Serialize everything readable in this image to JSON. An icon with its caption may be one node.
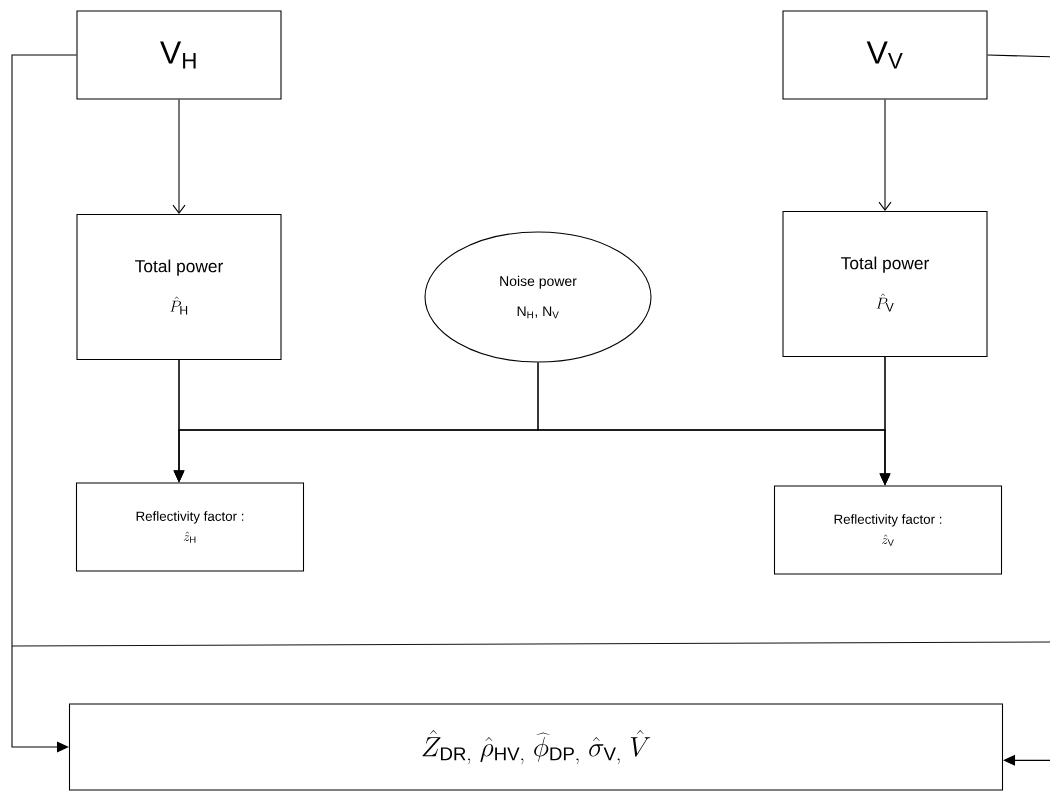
{
  "diagram": {
    "nodes": [
      {
        "text": [
          "V$_{H}$"
        ]
      },
      {
        "text": [
          "V$_{V}$"
        ]
      },
      {
        "text": [
          "Total power",
          "\\hat{P}_{\\mathrm{H}}"
        ]
      },
      {
        "text": [
          "Noise power",
          "N$_{H}$, N$_{V}$"
        ]
      },
      {
        "text": [
          "Total power",
          "\\hat{P}_{\\mathrm{V}}"
        ]
      },
      {
        "text": [
          "Reflectivity factor :",
          "\\hat{z}_{\\mathrm{H}}"
        ]
      },
      {
        "text": [
          "Reflectivity factor :",
          "\\hat{z}_{\\mathrm{V}}"
        ]
      },
      {
        "text": [
          "\\hat{Z}_{\\mathrm{DR},}\\ \\hat{\\rho}_{\\mathrm{HV},}\\ \\widehat{\\phi}_{\\mathrm{DP},}\\ \\hat{\\sigma}_{\\mathrm{V},}\\ \\hat{V}"
        ]
      }
    ],
    "edges": [
      {
        "from": 0,
        "to": 2,
        "arrow": "to"
      },
      {
        "from": 1,
        "to": 4,
        "arrow": "to"
      },
      {
        "from": 2,
        "to": 5,
        "arrow": "to"
      },
      {
        "from": 3,
        "to": 5,
        "arrow": "to"
      },
      {
        "from": 4,
        "to": 5,
        "arrow": "to"
      },
      {
        "from": 2,
        "to": 6,
        "arrow": "to"
      },
      {
        "from": 3,
        "to": 6,
        "arrow": "to"
      },
      {
        "from": 4,
        "to": 6,
        "arrow": "to"
      },
      {
        "from": 0,
        "to": 7,
        "arrow": "to"
      },
      {
        "from": 1,
        "to": 7,
        "arrow": "to"
      }
    ]
  }
}
